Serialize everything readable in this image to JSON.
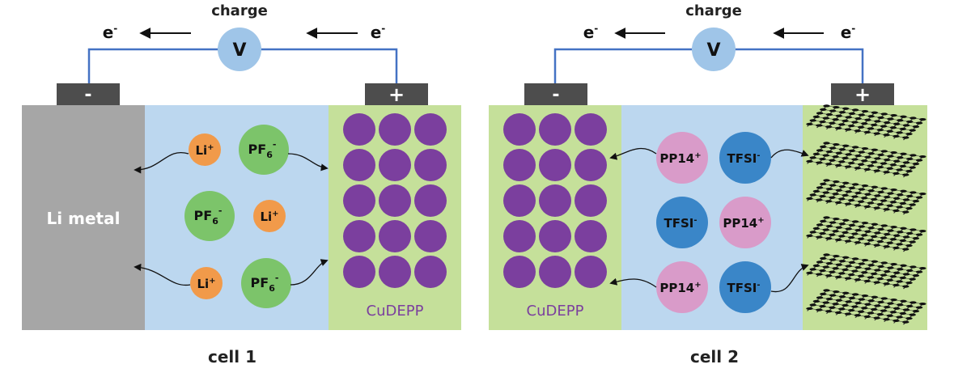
{
  "cells": [
    {
      "caption": "cell 1",
      "charge_label": "charge",
      "voltmeter_label": "V",
      "electron_left": {
        "base": "e",
        "sup": "-"
      },
      "electron_right": {
        "base": "e",
        "sup": "-"
      },
      "negative_terminal": "-",
      "positive_terminal": "+",
      "anode_label": "Li metal",
      "cathode_label": "CuDEPP",
      "ions": {
        "li_1": {
          "base": "Li",
          "sup": "+"
        },
        "pf6_1": {
          "base": "PF",
          "sub": "6",
          "sup": "-"
        },
        "pf6_2": {
          "base": "PF",
          "sub": "6",
          "sup": "-"
        },
        "li_2": {
          "base": "Li",
          "sup": "+"
        },
        "li_3": {
          "base": "Li",
          "sup": "+"
        },
        "pf6_3": {
          "base": "PF",
          "sub": "6",
          "sup": "-"
        }
      }
    },
    {
      "caption": "cell 2",
      "charge_label": "charge",
      "voltmeter_label": "V",
      "electron_left": {
        "base": "e",
        "sup": "-"
      },
      "electron_right": {
        "base": "e",
        "sup": "-"
      },
      "negative_terminal": "-",
      "positive_terminal": "+",
      "anode_label": "CuDEPP",
      "ions": {
        "pp14_1": {
          "base": "PP14",
          "sup": "+"
        },
        "tfsi_1": {
          "base": "TFSI",
          "sup": "-"
        },
        "tfsi_2": {
          "base": "TFSI",
          "sup": "-"
        },
        "pp14_2": {
          "base": "PP14",
          "sup": "+"
        },
        "pp14_3": {
          "base": "PP14",
          "sup": "+"
        },
        "tfsi_3": {
          "base": "TFSI",
          "sup": "-"
        }
      }
    }
  ],
  "colors": {
    "li_metal": "#a6a6a6",
    "electrolyte": "#bcd7ef",
    "electrode_green": "#c5e09a",
    "cudepp_purple": "#7b3f9e",
    "li_ion": "#f19a4a",
    "pf6_ion": "#7cc46a",
    "pp14_ion": "#d99bc9",
    "tfsi_ion": "#3a86c8",
    "voltmeter": "#9fc5e8",
    "wire": "#4472c4",
    "terminal": "#4d4d4d"
  }
}
